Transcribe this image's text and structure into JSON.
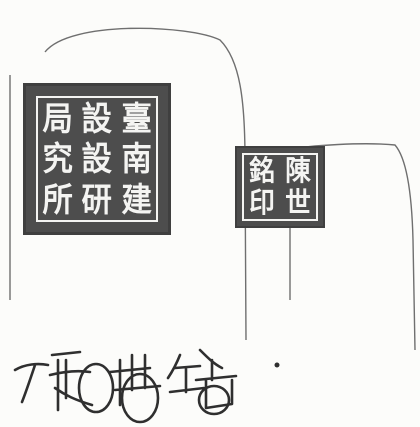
{
  "document": {
    "colors": {
      "paper": "#fcfcfa",
      "ink": "#3f3f3f",
      "seal_fill": "#4d4d4d",
      "seal_text": "#f4f4f2",
      "pencil_line": "#6f6f6f"
    },
    "seals": [
      {
        "kind": "large square seal (white-text, intaglio style)",
        "characters": [
          "臺",
          "南",
          "建",
          "設",
          "設",
          "研",
          "局",
          "究",
          "所"
        ]
      },
      {
        "kind": "small square seal (white-text, intaglio style)",
        "characters": [
          "陳",
          "世",
          "銘",
          "印"
        ]
      }
    ],
    "signature": {
      "text": "陳世銘",
      "style": "handwritten"
    }
  }
}
